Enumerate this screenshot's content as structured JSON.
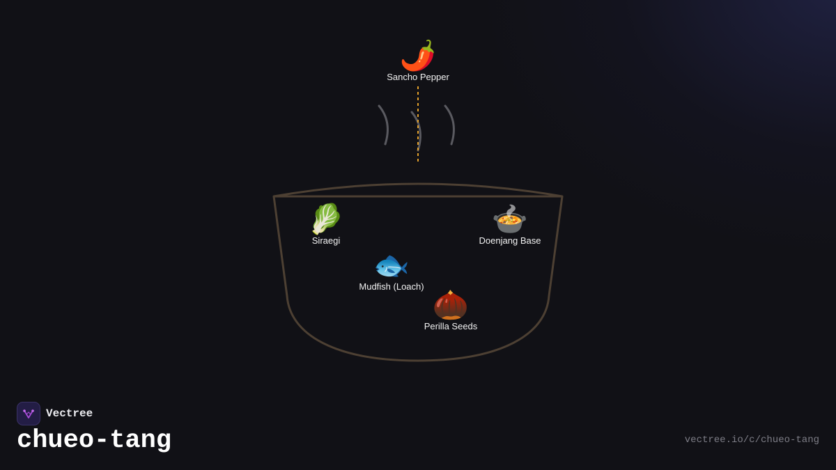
{
  "brand": {
    "name": "Vectree",
    "logo_color": "#a64ad6"
  },
  "title": "chueo-tang",
  "url": "vectree.io/c/chueo-tang",
  "colors": {
    "background": "#111116",
    "pot_outline": "#4d4033",
    "steam": "#5a5a60",
    "drop_line": "#e2a02a",
    "label_text": "#f2f2f2"
  },
  "topping": {
    "emoji": "🌶️",
    "icon": "chili-pepper-icon",
    "label": "Sancho Pepper"
  },
  "ingredients": [
    {
      "emoji": "🥬",
      "icon": "leafy-greens-icon",
      "label": "Siraegi"
    },
    {
      "emoji": "🍲",
      "icon": "stew-pot-icon",
      "label": "Doenjang Base"
    },
    {
      "emoji": "🐟",
      "icon": "fish-icon",
      "label": "Mudfish (Loach)"
    },
    {
      "emoji": "🌰",
      "icon": "chestnut-icon",
      "label": "Perilla Seeds"
    }
  ]
}
